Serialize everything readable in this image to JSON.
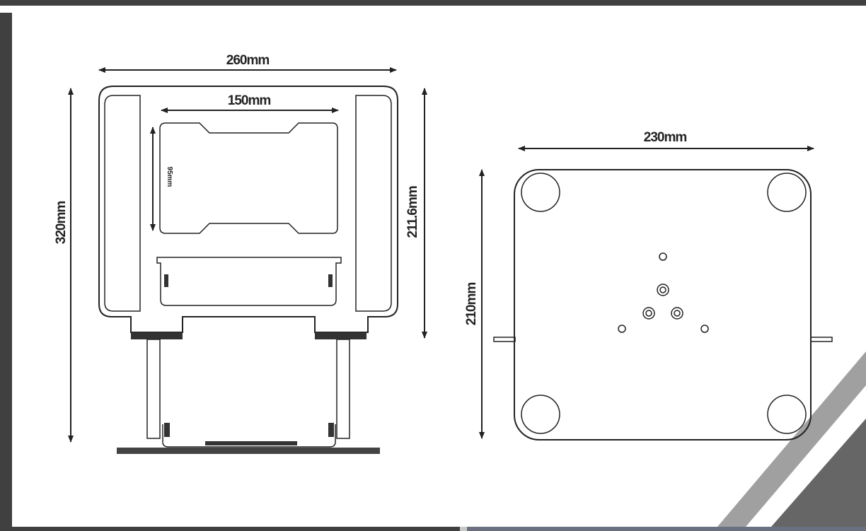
{
  "title": "Laptop stand dimension drawing",
  "front_view": {
    "width_label": "260mm",
    "inner_width_label": "150mm",
    "inner_height_label": "95mm",
    "total_height_label": "320mm",
    "panel_height_label": "211.6mm"
  },
  "base_view": {
    "width_label": "230mm",
    "depth_label": "210mm"
  },
  "colors": {
    "frame": "#404040",
    "stripe": "#a0a0a0",
    "corner": "#666666",
    "line": "#222222"
  }
}
